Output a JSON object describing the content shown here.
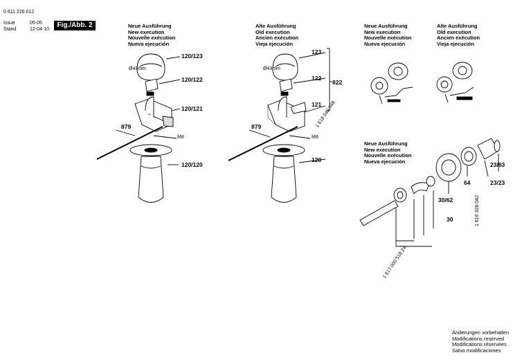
{
  "meta": {
    "doc_number": "0 611 226 012",
    "issue_label": "Issue",
    "issue_value": "05-05",
    "stand_label": "Stand",
    "stand_value": "12-04-10",
    "fig_label": "Fig./Abb. 2"
  },
  "headers": {
    "new_exec": [
      "Neue Ausführung",
      "New execution",
      "Nouvelle exécution",
      "Nueva ejecución"
    ],
    "old_exec": [
      "Alte Ausführung",
      "Old execution",
      "Ancien exécution",
      "Vieja ejecución"
    ]
  },
  "left": {
    "labels": [
      "120/123",
      "120/122",
      "120/121",
      "879",
      "M8",
      "120/120",
      "Ø43mm"
    ]
  },
  "middle": {
    "labels": [
      "123",
      "122",
      "121",
      "822",
      "879",
      "M8",
      "120",
      "Ø43mm",
      "1 618 040 048"
    ]
  },
  "lower_right": {
    "labels": [
      "30/62",
      "30",
      "64",
      "23/63",
      "23/23",
      "1 616 328 042",
      "1 617 000 518 24"
    ]
  },
  "footer": [
    "Änderungen vorbehalten",
    "Modifications reserved",
    "Modifications réservées",
    "Salvo modificaciones"
  ]
}
